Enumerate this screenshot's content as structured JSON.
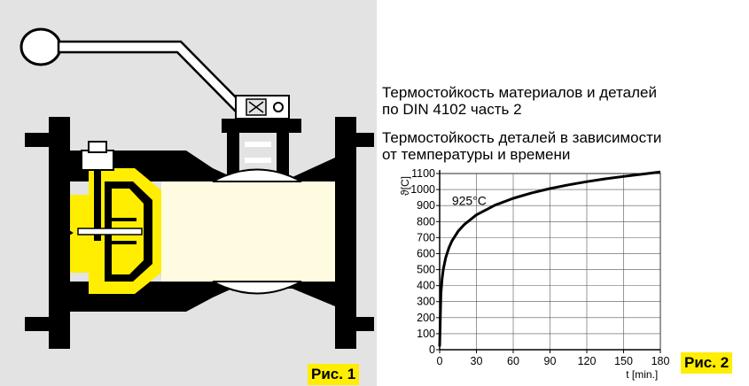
{
  "figure1": {
    "label": "Рис. 1",
    "icons": [
      "ball-valve-cutaway-icon",
      "lever-handle-icon",
      "thermal-trigger-icon"
    ],
    "colors": {
      "background": "#e3e3e3",
      "metal": "#000000",
      "passage": "#fffbe0",
      "trigger": "#ffee00"
    }
  },
  "figure2": {
    "label": "Рис. 2",
    "text_lines": [
      "Термостойкость материалов и деталей",
      "по DIN 4102 часть 2",
      "Термостойкость деталей в зависимости",
      "от температуры и времени"
    ]
  },
  "chart_data": {
    "type": "line",
    "ylabel": "ϑ[C]",
    "xlabel": "t [min.]",
    "xlim": [
      0,
      180
    ],
    "ylim": [
      0,
      1100
    ],
    "xticks": [
      "0",
      "30",
      "60",
      "90",
      "120",
      "150",
      "180"
    ],
    "yticks": [
      "0",
      "100",
      "200",
      "300",
      "400",
      "500",
      "600",
      "700",
      "800",
      "900",
      "1000",
      "1100"
    ],
    "annotation": "925°C",
    "grid": true,
    "series": [
      {
        "x": [
          0,
          1,
          2,
          3,
          5,
          7.5,
          10,
          15,
          20,
          30,
          45,
          60,
          75,
          90,
          105,
          120,
          135,
          150,
          165,
          180
        ],
        "y": [
          20,
          349,
          445,
          502,
          576,
          635,
          678,
          739,
          781,
          842,
          902,
          945,
          979,
          1006,
          1029,
          1049,
          1067,
          1082,
          1096,
          1110
        ]
      }
    ]
  }
}
